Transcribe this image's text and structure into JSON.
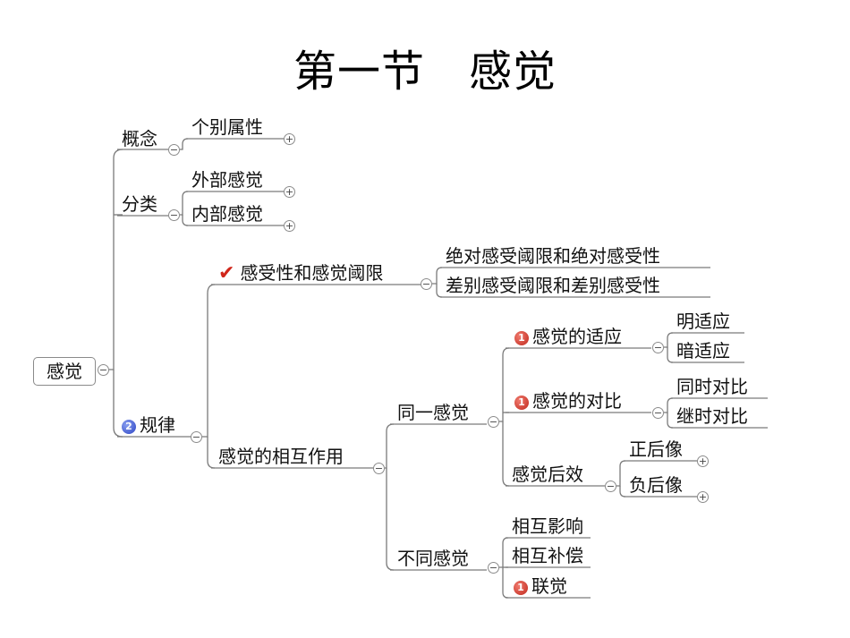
{
  "title": "第一节　感觉",
  "mindmap": {
    "root": "感觉",
    "concept": {
      "label": "概念",
      "child": "个别属性"
    },
    "classification": {
      "label": "分类",
      "children": [
        "外部感觉",
        "内部感觉"
      ]
    },
    "laws": {
      "priority": "2",
      "label": "规律",
      "sensitivity": {
        "marker": "✔",
        "label": "感受性和感觉阈限",
        "children": [
          "绝对感受阈限和绝对感受性",
          "差别感受阈限和差别感受性"
        ]
      },
      "interaction": {
        "label": "感觉的相互作用",
        "same": {
          "label": "同一感觉",
          "adaptation": {
            "priority": "1",
            "label": "感觉的适应",
            "children": [
              "明适应",
              "暗适应"
            ]
          },
          "contrast": {
            "priority": "1",
            "label": "感觉的对比",
            "children": [
              "同时对比",
              "继时对比"
            ]
          },
          "aftereffect": {
            "label": "感觉后效",
            "children": [
              "正后像",
              "负后像"
            ]
          }
        },
        "different": {
          "label": "不同感觉",
          "children": [
            {
              "label": "相互影响"
            },
            {
              "label": "相互补偿"
            },
            {
              "priority": "1",
              "label": "联觉"
            }
          ]
        }
      }
    },
    "toggle_collapse": "−",
    "toggle_expand": "+"
  },
  "colors": {
    "line": "#7a7a7a",
    "priority_red": "#c0281c",
    "priority_blue": "#2b43c4",
    "check": "#d0261a"
  }
}
